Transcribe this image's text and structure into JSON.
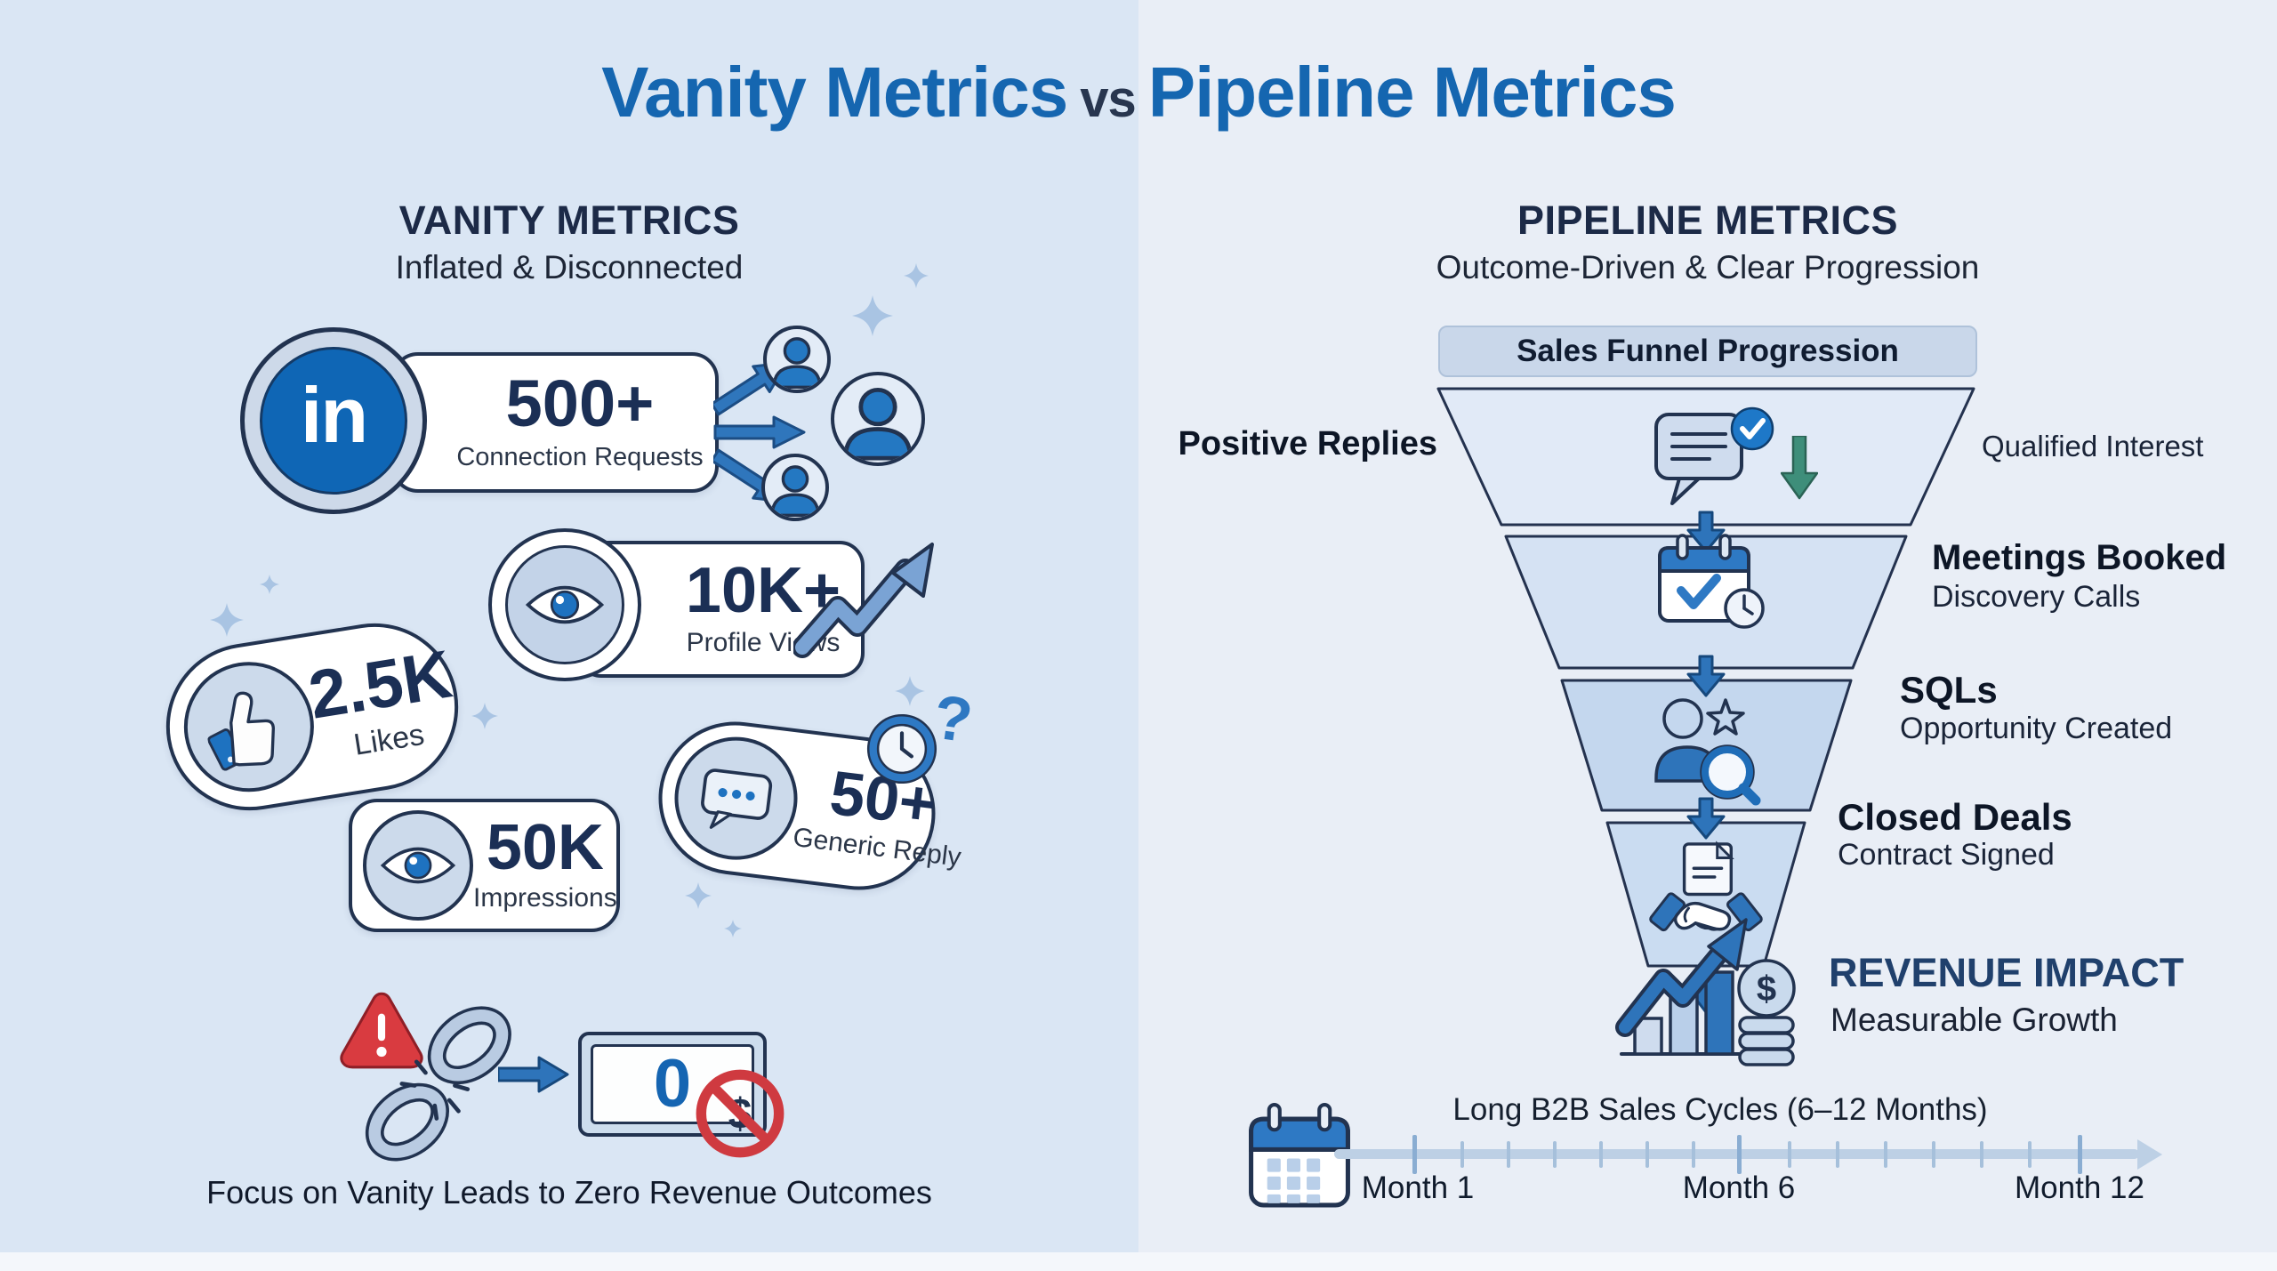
{
  "title": {
    "left": "Vanity Metrics",
    "vs": "vs",
    "right": "Pipeline Metrics"
  },
  "glyphs": {
    "linkedin": "in",
    "question": "?",
    "zero": "0",
    "dollar": "$"
  },
  "colors": {
    "accent_blue": "#2e74ba",
    "navy": "#223350",
    "title_blue": "#1566b0",
    "red": "#d93b40",
    "green": "#3e8e7a",
    "bg_left": "#dae6f4",
    "bg_right": "#e9eef6"
  },
  "vanity": {
    "heading": "VANITY METRICS",
    "subheading": "Inflated & Disconnected",
    "connections": {
      "value": "500+",
      "label": "Connection Requests"
    },
    "views": {
      "value": "10K+",
      "label": "Profile Views"
    },
    "likes": {
      "value": "2.5K",
      "label": "Likes"
    },
    "impressions": {
      "value": "50K",
      "label": "Impressions"
    },
    "reply": {
      "value": "50+",
      "label": "Generic Reply"
    },
    "caption": "Focus on Vanity Leads to Zero Revenue Outcomes"
  },
  "pipeline": {
    "heading": "PIPELINE METRICS",
    "subheading": "Outcome-Driven & Clear Progression",
    "funnel_title": "Sales Funnel Progression",
    "stage1": {
      "left_label": "Positive Replies",
      "right_label": "Qualified Interest"
    },
    "stage2": {
      "title": "Meetings Booked",
      "subtitle": "Discovery Calls"
    },
    "stage3": {
      "title": "SQLs",
      "subtitle": "Opportunity Created"
    },
    "stage4": {
      "title": "Closed Deals",
      "subtitle": "Contract Signed"
    },
    "revenue": {
      "title": "REVENUE IMPACT",
      "subtitle": "Measurable Growth"
    },
    "timeline": {
      "title": "Long B2B Sales Cycles (6–12 Months)",
      "labels": [
        "Month 1",
        "Month 6",
        "Month 12"
      ]
    }
  }
}
